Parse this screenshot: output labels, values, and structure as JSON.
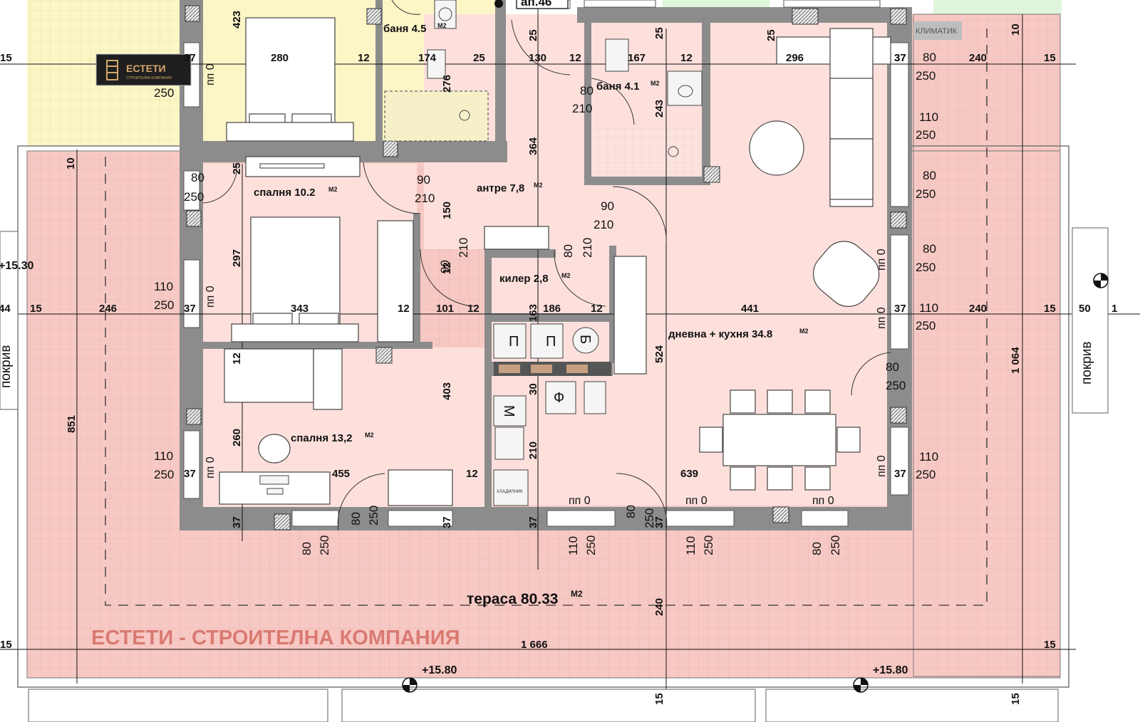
{
  "plan": {
    "apartment_label": "ап.46",
    "watermark": "ЕСТЕТИ - СТРОИТЕЛНА КОМПАНИЯ",
    "logo": {
      "name": "ЕСТЕТИ",
      "tagline": "СТРОИТЕЛНА КОМПАНИЯ"
    },
    "rooms": {
      "bath_top_left": {
        "name": "баня 4.5",
        "unit": "М2"
      },
      "bath_top_right": {
        "name": "баня 4.1",
        "unit": "М2"
      },
      "bedroom_small": {
        "name": "спалня 10.2",
        "unit": "М2"
      },
      "hall": {
        "name": "антре 7,8",
        "unit": "М2"
      },
      "pantry": {
        "name": "килер 2,8",
        "unit": "М2"
      },
      "living_kitchen": {
        "name": "дневна + кухня 34.8",
        "unit": "М2"
      },
      "bedroom_large": {
        "name": "спалня 13,2",
        "unit": "М2"
      },
      "terrace": {
        "name": "тераса 80.33",
        "unit": "М2"
      }
    },
    "levels": {
      "upper_left": "+15.30",
      "bottom_1": "+15.80",
      "bottom_2": "+15.80"
    },
    "roof_left": "покрив",
    "roof_right": "покрив",
    "ac_label": "КЛИМАТИК",
    "fridge_label": "ХЛАДИЛНИК",
    "overall": {
      "width": "1 666",
      "height_right": "1 064",
      "height_left": "851"
    },
    "dims_row_top": [
      "15",
      "280",
      "12",
      "174",
      "25",
      "130",
      "12",
      "167",
      "12",
      "296",
      "37",
      "240",
      "15"
    ],
    "dims_row_mid": [
      "44",
      "15",
      "246",
      "37",
      "343",
      "12",
      "101",
      "12",
      "186",
      "12",
      "441",
      "37",
      "240",
      "15",
      "50",
      "1"
    ],
    "dims_vertical": [
      "423",
      "276",
      "364",
      "243",
      "25",
      "25",
      "25",
      "25",
      "10",
      "297",
      "150",
      "12",
      "163",
      "30",
      "210",
      "524",
      "403",
      "260",
      "12",
      "240",
      "37",
      "37",
      "37",
      "37",
      "15",
      "15"
    ],
    "openings": {
      "w1": {
        "w": "80",
        "h": "250"
      },
      "w2": {
        "w": "110",
        "h": "250"
      },
      "w3": {
        "w": "110",
        "h": "250"
      },
      "w4": {
        "w": "80",
        "h": "250"
      },
      "w5": {
        "w": "80",
        "h": "250"
      },
      "w6": {
        "w": "110",
        "h": "250"
      },
      "w7": {
        "w": "80",
        "h": "250"
      },
      "w8": {
        "w": "110",
        "h": "250"
      },
      "d_bath": {
        "w": "80",
        "h": "210"
      },
      "d_bed": {
        "w": "90",
        "h": "210"
      },
      "d_living": {
        "w": "90",
        "h": "210"
      },
      "left_w1": {
        "w": "80",
        "h": "250"
      },
      "left_w2": {
        "w": "110",
        "h": "250"
      },
      "left_w3": {
        "w": "110",
        "h": "250"
      },
      "left_top": {
        "h": "250"
      },
      "bottom": [
        "80",
        "250",
        "80",
        "250",
        "110",
        "250",
        "110",
        "250",
        "80",
        "250",
        "80",
        "250"
      ]
    },
    "sill_label": "пп 0",
    "appliance_marks": {
      "oven1": "П",
      "oven2": "П",
      "boiler": "Б",
      "fridge_f": "Ф",
      "washer": "М"
    },
    "colors": {
      "terrace": "#f7c9c4",
      "rooms": "#fde0dc",
      "yellow_rooms": "#fcf5c6",
      "green": "#dff5dc",
      "walls": "#8c8c8c",
      "watermark": "#d97a72"
    }
  }
}
